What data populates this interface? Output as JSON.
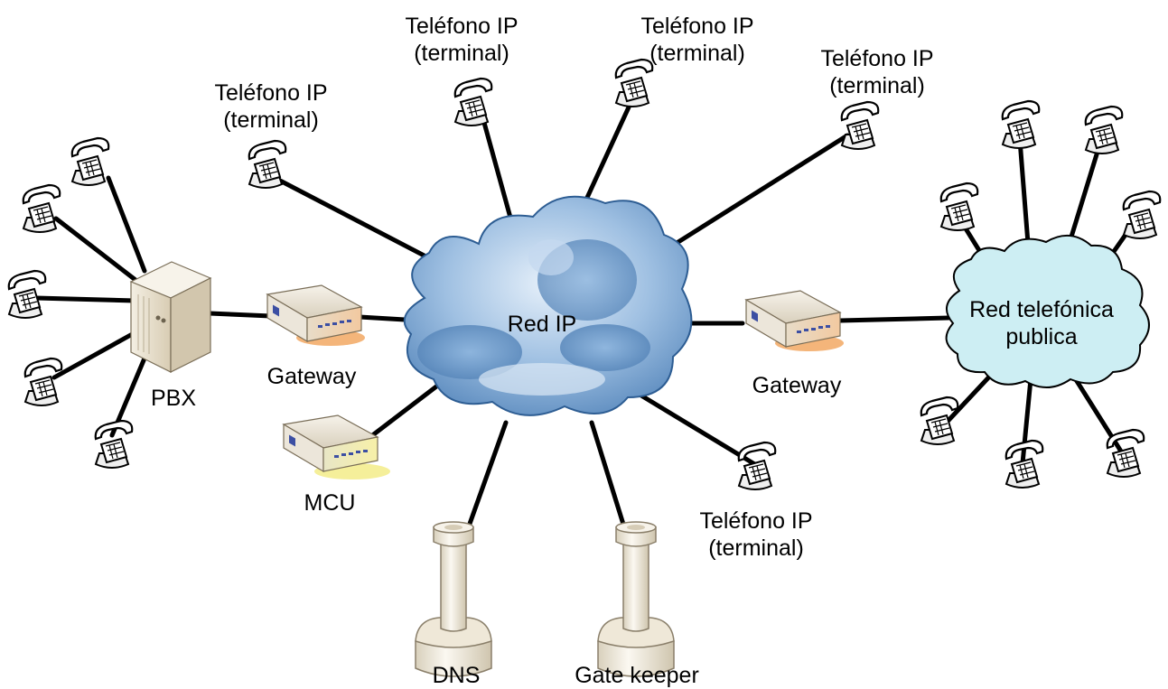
{
  "labels": {
    "ip_phone_line1": "Teléfono IP",
    "ip_phone_line2": "(terminal)",
    "pbx": "PBX",
    "gateway_left": "Gateway",
    "gateway_right": "Gateway",
    "mcu": "MCU",
    "dns": "DNS",
    "gatekeeper": "Gate keeper",
    "red_ip": "Red IP",
    "pstn_line1": "Red telefónica",
    "pstn_line2": "publica"
  },
  "icons": {
    "phone": "telephone-icon",
    "pbx": "server-tower-icon",
    "gateway": "network-device-icon",
    "mcu": "network-device-icon",
    "dns": "pillar-server-icon",
    "gatekeeper": "pillar-server-icon",
    "red_ip_cloud": "cloud-icon",
    "pstn_cloud": "cloud-icon"
  },
  "colors": {
    "red_ip_cloud": "#6f9bc8",
    "pstn_cloud": "#cdeef3",
    "gateway_shadow": "#f4b57a",
    "mcu_shadow": "#f5ef9a",
    "device_body": "#e9e1cf"
  }
}
